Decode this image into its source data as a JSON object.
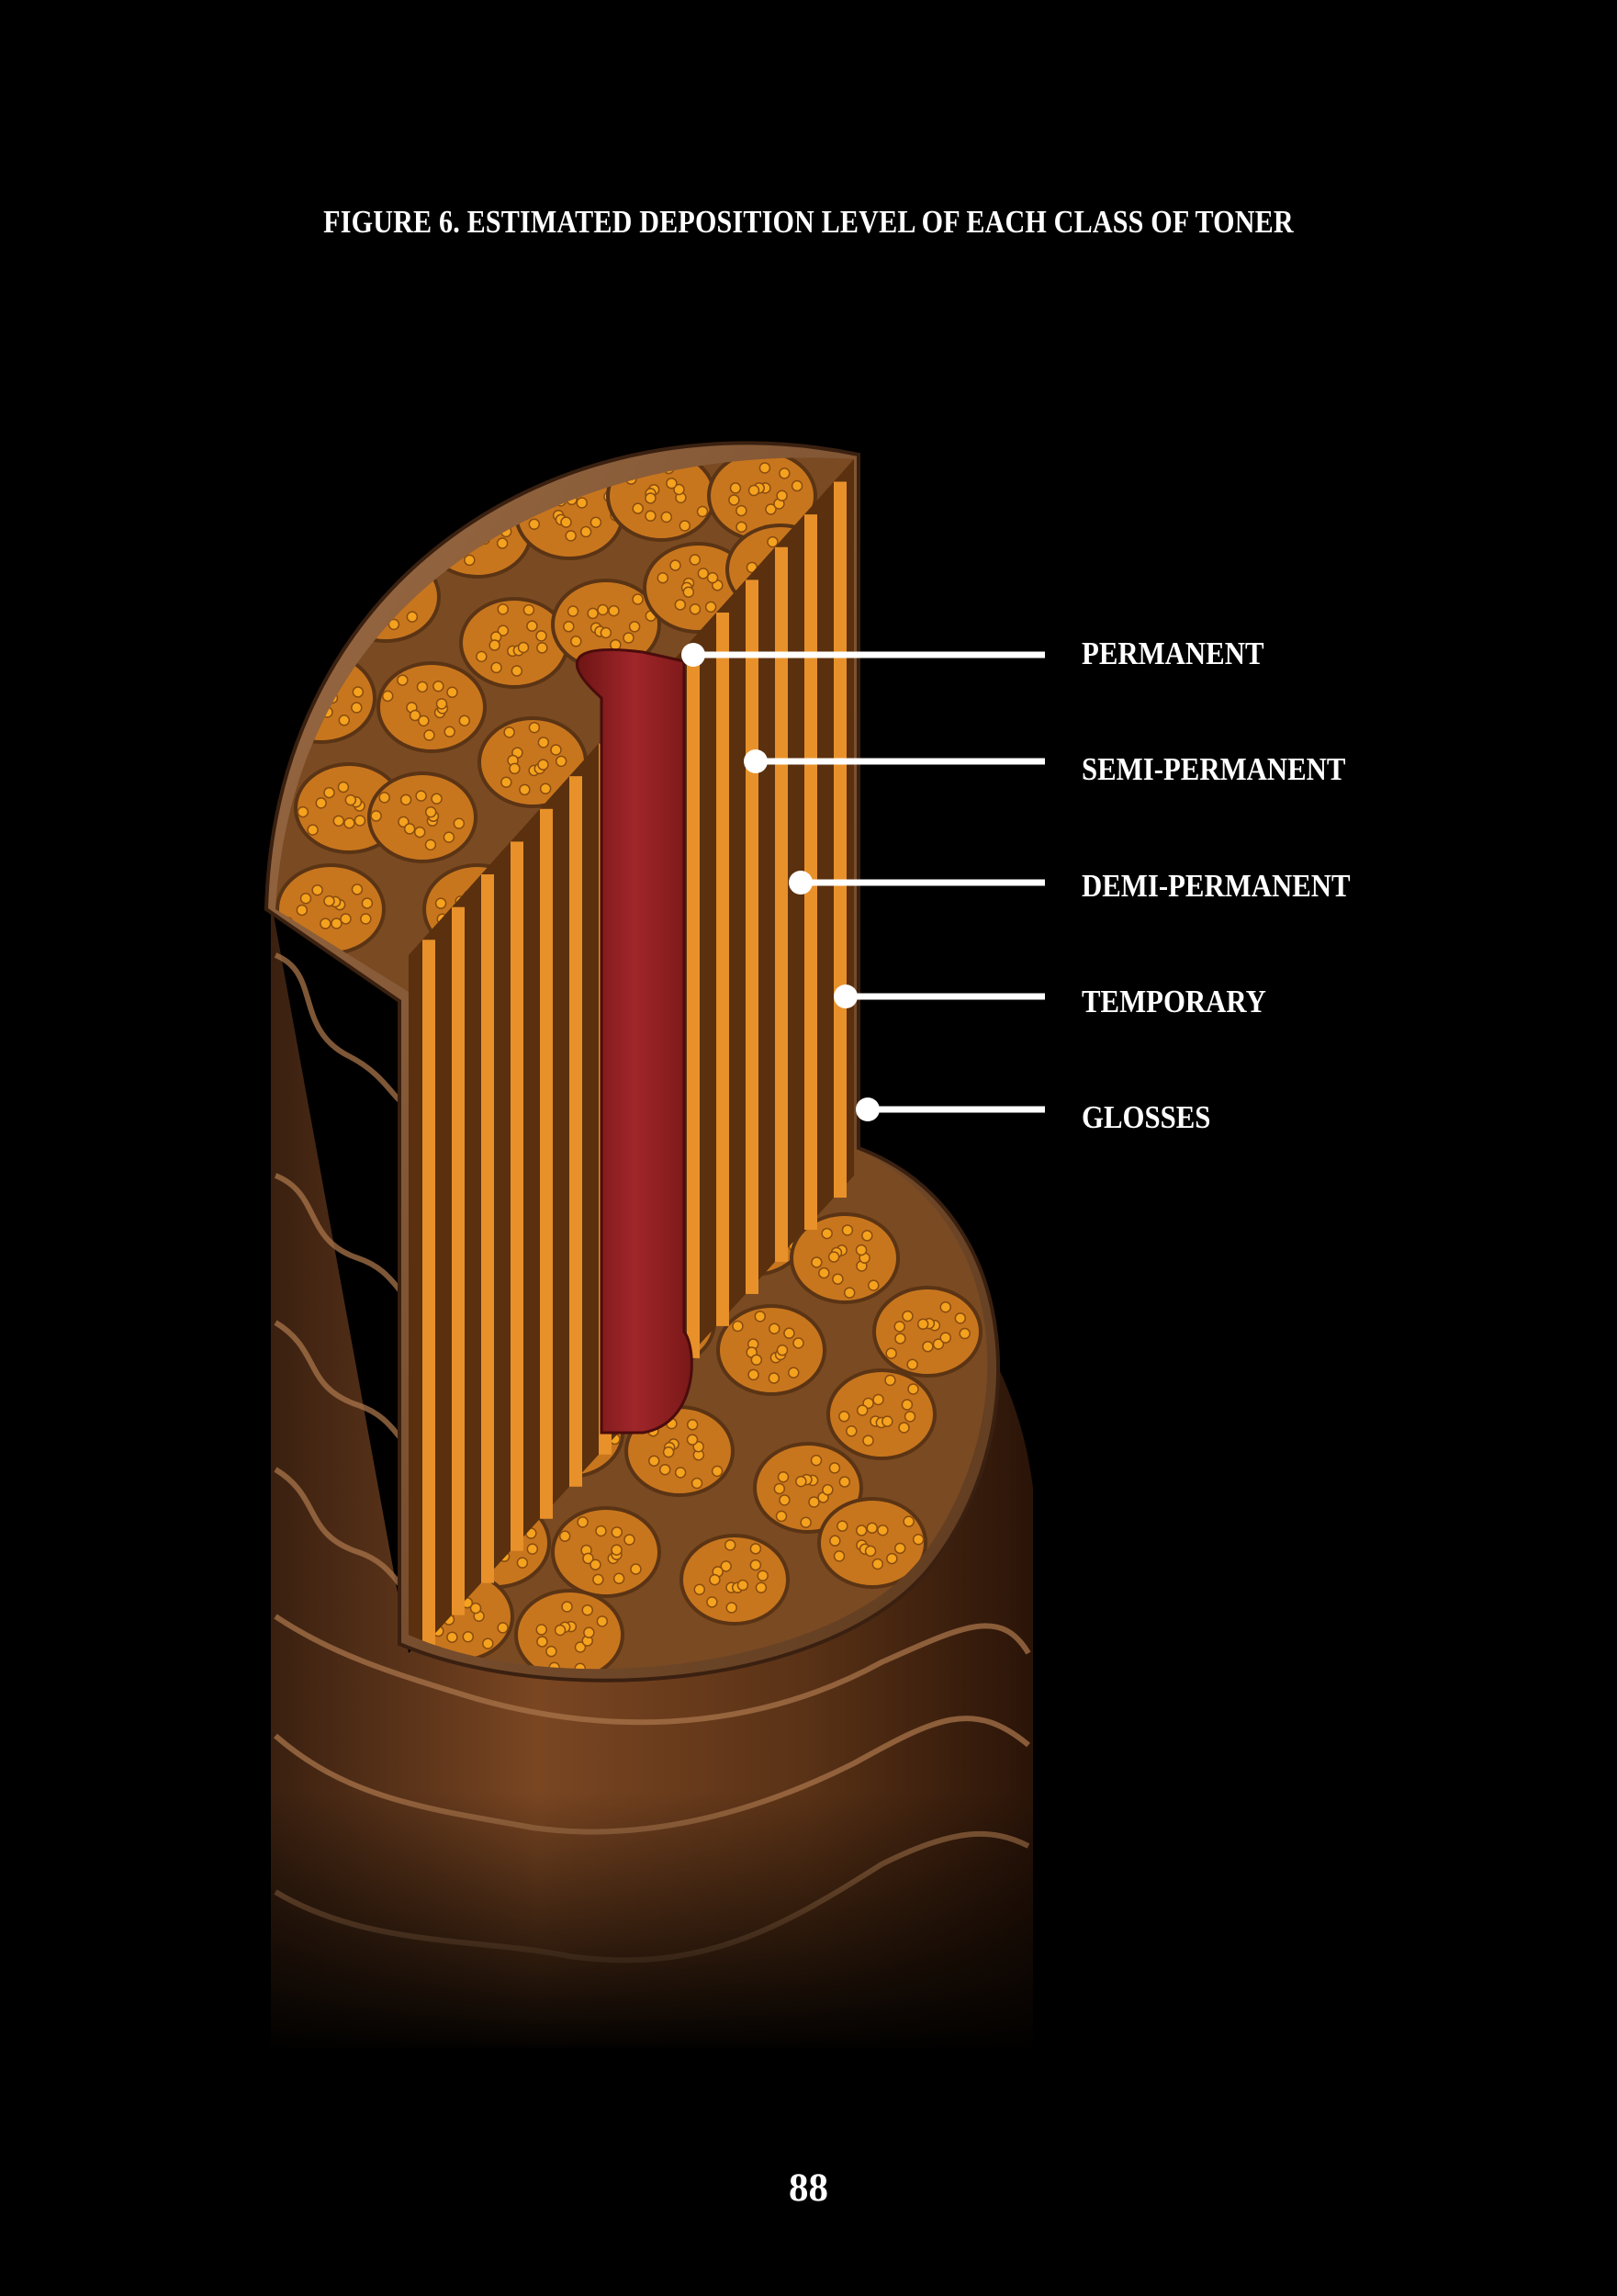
{
  "figure": {
    "title": "FIGURE 6. ESTIMATED DEPOSITION LEVEL OF EACH CLASS OF TONER"
  },
  "labels": [
    {
      "id": "permanent",
      "text": "PERMANENT"
    },
    {
      "id": "semi-permanent",
      "text": "SEMI-PERMANENT"
    },
    {
      "id": "demi-permanent",
      "text": "DEMI-PERMANENT"
    },
    {
      "id": "temporary",
      "text": "TEMPORARY"
    },
    {
      "id": "glosses",
      "text": "GLOSSES"
    }
  ],
  "page_number": "88",
  "colors": {
    "background": "#000000",
    "text": "#ffffff",
    "cuticle": "#7a4a26",
    "cortex": "#9a5a1c",
    "cortex_cell": "#c8761e",
    "granule": "#f5a21e",
    "medulla": "#8e1d1d",
    "leader": "#ffffff"
  }
}
